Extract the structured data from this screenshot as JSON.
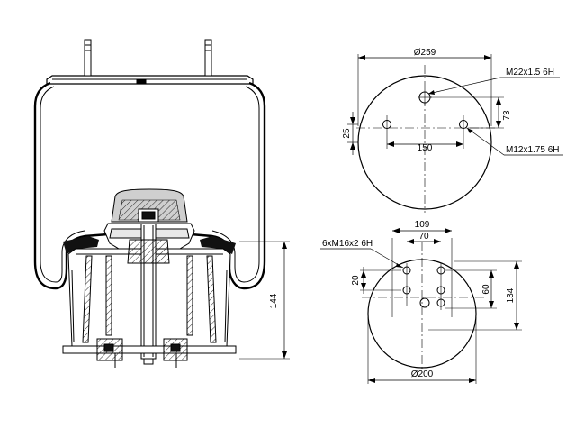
{
  "top_view": {
    "diameter_label": "Ø259",
    "thread_center_label": "M22x1.5 6H",
    "thread_side_label": "M12x1.75 6H",
    "offset_label": "25",
    "spacing_label": "150",
    "height_label": "73"
  },
  "bottom_view": {
    "diameter_label": "Ø200",
    "outer_spacing_label": "109",
    "inner_spacing_label": "70",
    "thread_label": "6xM16x2 6H",
    "vert_small_label": "20",
    "vert_mid_label": "60",
    "vert_large_label": "134"
  },
  "side_view": {
    "height_label": "144"
  },
  "colors": {
    "line": "#000000",
    "background": "#ffffff",
    "fill_light": "#e8e8e8",
    "fill_mid": "#cfcfcf",
    "fill_dark": "#111111"
  }
}
